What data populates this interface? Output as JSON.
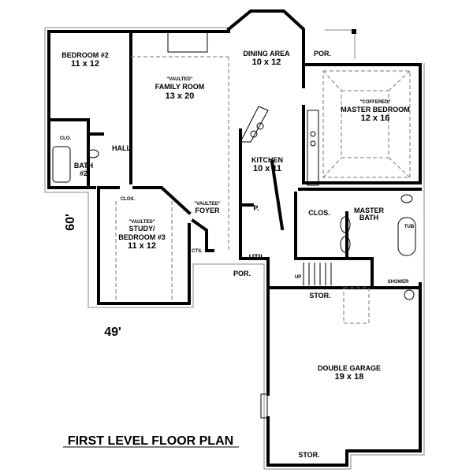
{
  "plan": {
    "title": "FIRST LEVEL FLOOR PLAN",
    "width_dim": "49'",
    "depth_dim": "60'",
    "rooms": {
      "bedroom2": {
        "name": "BEDROOM #2",
        "size": "11 x 12"
      },
      "family": {
        "note": "\"VAULTED\"",
        "name": "FAMILY ROOM",
        "size": "13 x 20"
      },
      "dining": {
        "name": "DINING AREA",
        "size": "10 x 12"
      },
      "porch_rear": {
        "name": "POR."
      },
      "master": {
        "note": "\"COFFERED\"",
        "name": "MASTER BEDROOM",
        "size": "12 x 16"
      },
      "kitchen": {
        "name": "KITCHEN",
        "size": "10 x 11"
      },
      "clo": {
        "name": "CLO."
      },
      "hall": {
        "name": "HALL"
      },
      "bath2": {
        "name": "BATH",
        "name2": "#2"
      },
      "study_clos": {
        "name": "CLOS."
      },
      "foyer": {
        "note": "\"VAULTED\"",
        "name": "FOYER"
      },
      "pantry": {
        "name": "P."
      },
      "master_clos": {
        "name": "CLOS."
      },
      "master_bath": {
        "name": "MASTER",
        "name2": "BATH"
      },
      "tub": {
        "name": "TUB"
      },
      "study": {
        "note": "\"VAULTED\"",
        "name": "STUDY/",
        "name2": "BEDROOM #3",
        "size": "11 x 12"
      },
      "cts": {
        "name": "CTS."
      },
      "util": {
        "name": "UTIL."
      },
      "porch_front": {
        "name": "POR."
      },
      "stairs": {
        "name": "UP"
      },
      "shower": {
        "name": "SHOWER"
      },
      "stor1": {
        "name": "STOR."
      },
      "garage": {
        "name": "DOUBLE GARAGE",
        "size": "19 x 18"
      },
      "stor2": {
        "name": "STOR."
      }
    }
  }
}
